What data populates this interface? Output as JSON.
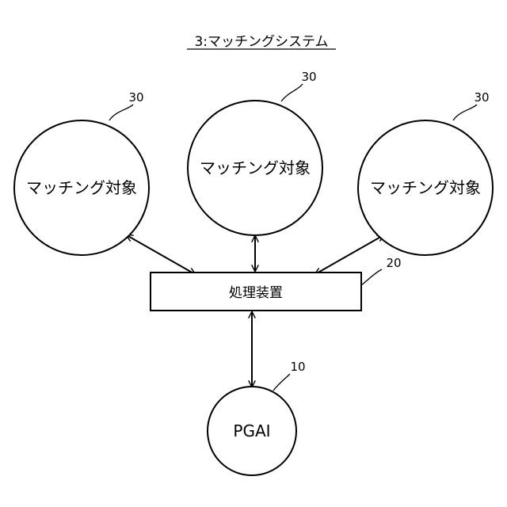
{
  "title": "3:マッチングシステム",
  "matching_targets": [
    {
      "label": "マッチング対象",
      "ref": "30"
    },
    {
      "label": "マッチング対象",
      "ref": "30"
    },
    {
      "label": "マッチング対象",
      "ref": "30"
    }
  ],
  "processor": {
    "label": "処理装置",
    "ref": "20"
  },
  "pgai": {
    "label": "PGAI",
    "ref": "10"
  },
  "colors": {
    "stroke": "#000000",
    "background": "#ffffff"
  }
}
